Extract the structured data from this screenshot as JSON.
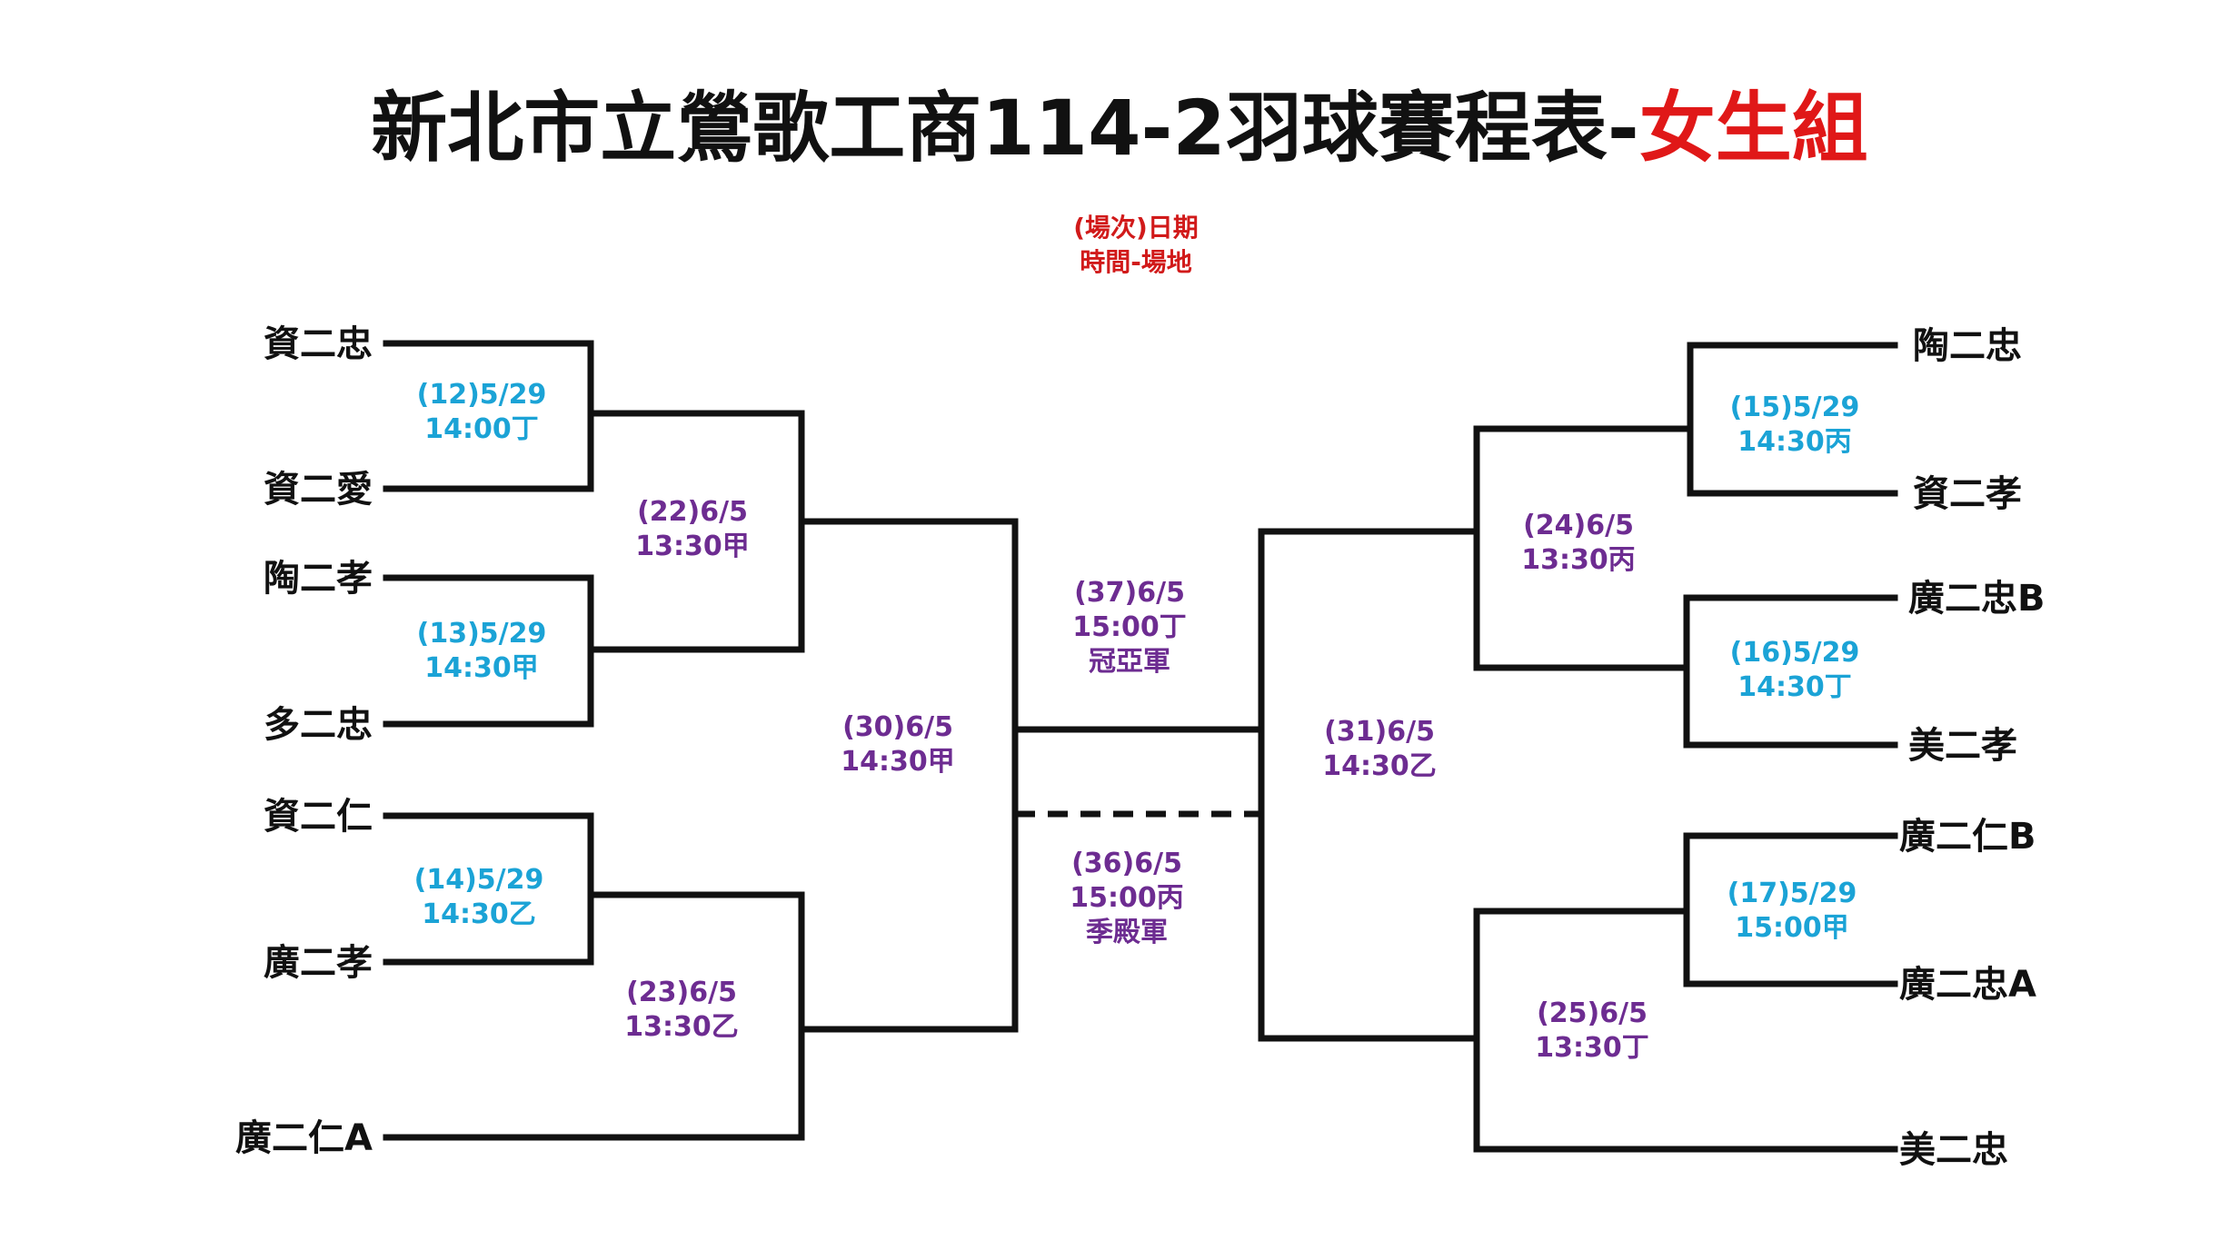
{
  "title": {
    "main": "新北市立鶯歌工商114-2羽球賽程表-",
    "group": "女生組"
  },
  "legend": {
    "line1": "(場次)日期",
    "line2": "時間-場地"
  },
  "colors": {
    "title": "#111111",
    "group": "#e01818",
    "legend": "#d11a1a",
    "round1": "#1ba3d6",
    "later_rounds": "#6d2c91",
    "lines": "#111111"
  },
  "teams": {
    "left": [
      "資二忠",
      "資二愛",
      "陶二孝",
      "多二忠",
      "資二仁",
      "廣二孝",
      "廣二仁A"
    ],
    "right": [
      "陶二忠",
      "資二孝",
      "廣二忠B",
      "美二孝",
      "廣二仁B",
      "廣二忠A",
      "美二忠"
    ]
  },
  "matches": {
    "m12": [
      "(12)5/29",
      "14:00丁"
    ],
    "m13": [
      "(13)5/29",
      "14:30甲"
    ],
    "m14": [
      "(14)5/29",
      "14:30乙"
    ],
    "m22": [
      "(22)6/5",
      "13:30甲"
    ],
    "m23": [
      "(23)6/5",
      "13:30乙"
    ],
    "m30": [
      "(30)6/5",
      "14:30甲"
    ],
    "m15": [
      "(15)5/29",
      "14:30丙"
    ],
    "m16": [
      "(16)5/29",
      "14:30丁"
    ],
    "m17": [
      "(17)5/29",
      "15:00甲"
    ],
    "m24": [
      "(24)6/5",
      "13:30丙"
    ],
    "m25": [
      "(25)6/5",
      "13:30丁"
    ],
    "m31": [
      "(31)6/5",
      "14:30乙"
    ],
    "m37": [
      "(37)6/5",
      "15:00丁",
      "冠亞軍"
    ],
    "m36": [
      "(36)6/5",
      "15:00丙",
      "季殿軍"
    ]
  }
}
